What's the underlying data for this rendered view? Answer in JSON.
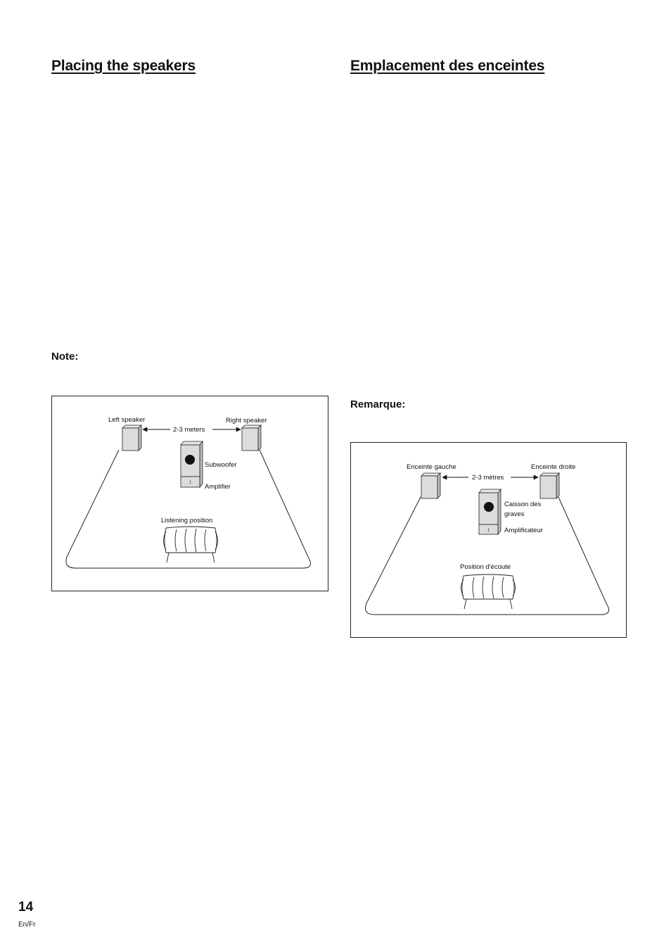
{
  "english": {
    "title": "Placing the speakers",
    "note_label": "Note:",
    "diagram": {
      "left_speaker": "Left speaker",
      "right_speaker": "Right speaker",
      "distance": "2-3 meters",
      "subwoofer": "Subwoofer",
      "amplifier": "Amplifier",
      "listening_position": "Listening position"
    }
  },
  "french": {
    "title": "Emplacement des enceintes",
    "note_label": "Remarque:",
    "diagram": {
      "left_speaker": "Enceinte gauche",
      "right_speaker": "Enceinte droite",
      "distance": "2-3 mètres",
      "subwoofer_line1": "Caisson des",
      "subwoofer_line2": "graves",
      "amplifier": "Amplificateur",
      "listening_position": "Position d'écoute"
    }
  },
  "footer": {
    "page_number": "14",
    "language": "En/Fr"
  }
}
